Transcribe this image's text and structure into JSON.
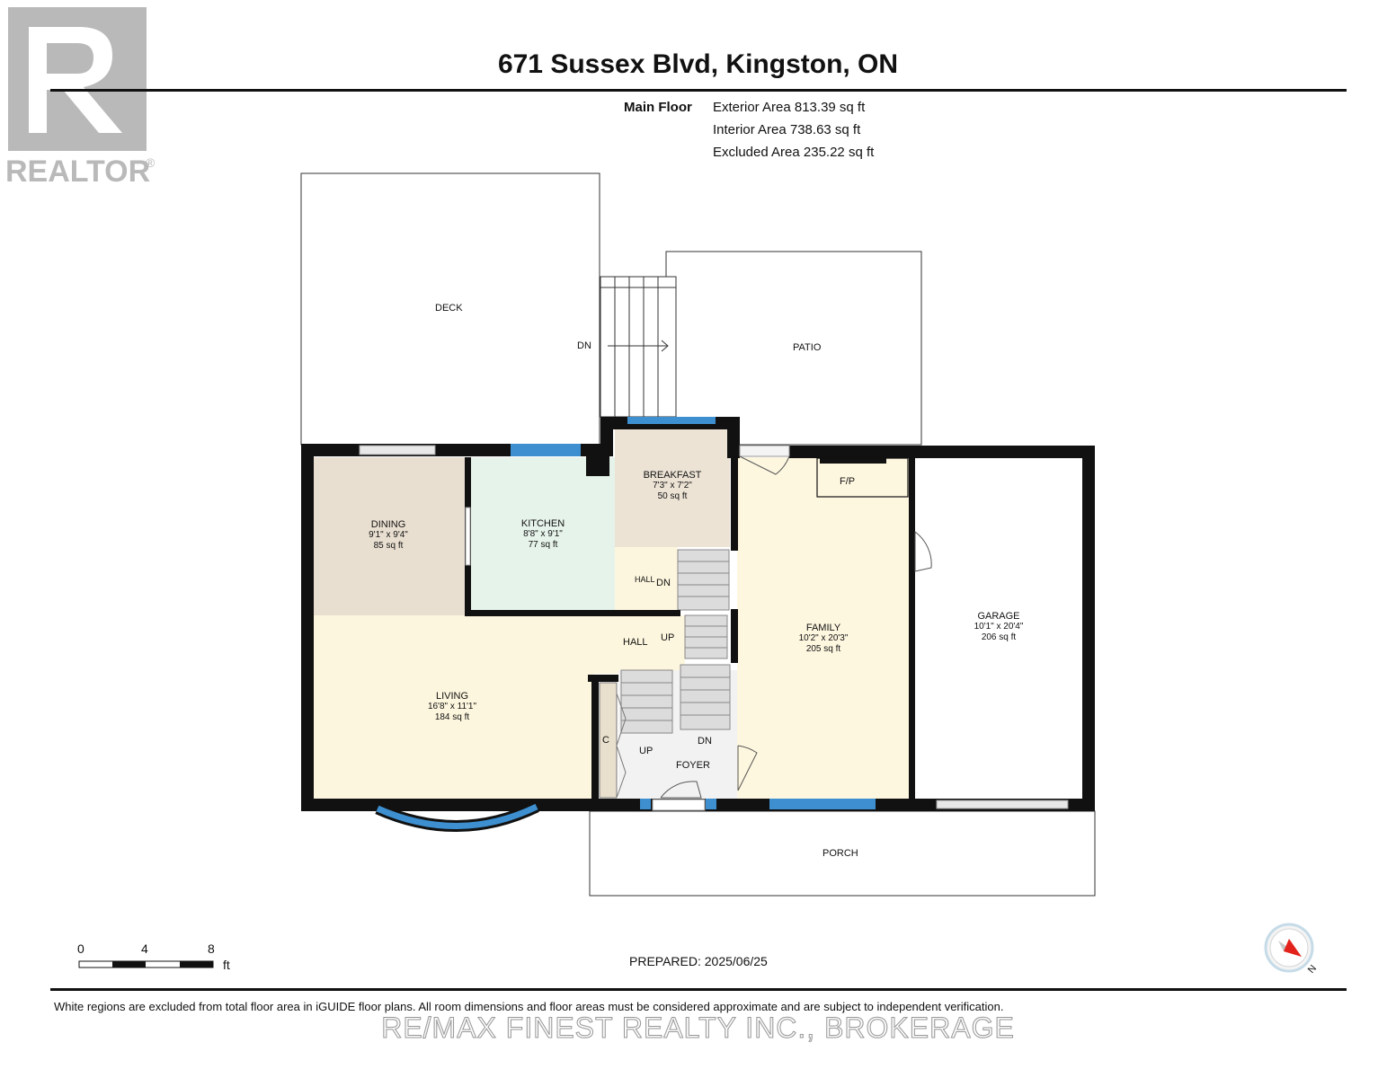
{
  "header": {
    "title": "671 Sussex Blvd, Kingston, ON",
    "floor_label": "Main Floor",
    "areas": [
      "Exterior Area 813.39 sq ft",
      "Interior Area 738.63 sq ft",
      "Excluded Area 235.22 sq ft"
    ]
  },
  "logo": {
    "text": "REALTOR®"
  },
  "rooms": {
    "deck": "DECK",
    "patio": "PATIO",
    "stairs_dn_top": "DN",
    "breakfast": {
      "name": "BREAKFAST",
      "dims": "7'3\" x 7'2\"",
      "area": "50 sq ft"
    },
    "dining": {
      "name": "DINING",
      "dims": "9'1\" x 9'4\"",
      "area": "85 sq ft"
    },
    "kitchen": {
      "name": "KITCHEN",
      "dims": "8'8\" x 9'1\"",
      "area": "77 sq ft"
    },
    "family": {
      "name": "FAMILY",
      "dims": "10'2\" x 20'3\"",
      "area": "205 sq ft"
    },
    "garage": {
      "name": "GARAGE",
      "dims": "10'1\" x 20'4\"",
      "area": "206 sq ft"
    },
    "living": {
      "name": "LIVING",
      "dims": "16'8\" x 11'1\"",
      "area": "184 sq ft"
    },
    "fireplace": "F/P",
    "hall_upper": "HALL",
    "hall_dn": "DN",
    "hall_main": "HALL",
    "up_main": "UP",
    "closet": "C",
    "foyer_up": "UP",
    "foyer_dn": "DN",
    "foyer": "FOYER",
    "porch": "PORCH"
  },
  "scale": {
    "ticks": [
      "0",
      "4",
      "8"
    ],
    "unit": "ft"
  },
  "compass": {
    "label": "N"
  },
  "footer": {
    "prepared": "PREPARED: 2025/06/25",
    "disclaimer": "White regions are excluded from total floor area in iGUIDE floor plans. All room dimensions and floor areas must be considered approximate and are subject to independent verification.",
    "watermark": "RE/MAX FINEST REALTY INC., BROKERAGE"
  },
  "colors": {
    "wall": "#111111",
    "window": "#3d8fd0",
    "dining": "#e9dfd1",
    "kitchen": "#e6f3ea",
    "breakfast": "#ece3d5",
    "living": "#fdf6de",
    "family": "#fef7e0",
    "stairs": "#dcdcdc"
  }
}
